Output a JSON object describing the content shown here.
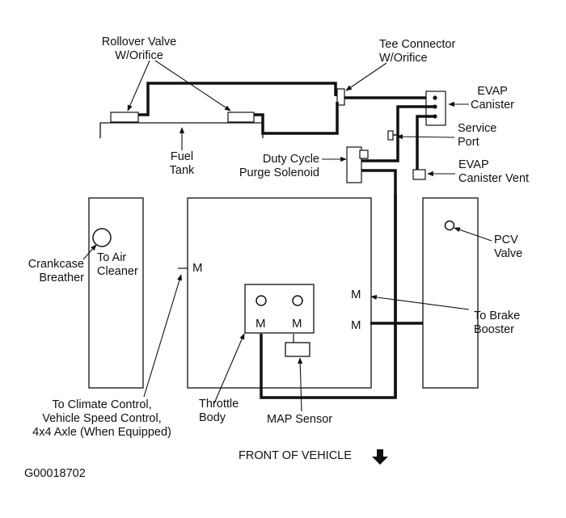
{
  "labels": {
    "rollover_valve": [
      "Rollover Valve",
      "W/Orifice"
    ],
    "tee_connector": [
      "Tee Connector",
      "W/Orifice"
    ],
    "evap_canister": [
      "EVAP",
      "Canister"
    ],
    "service_port": [
      "Service",
      "Port"
    ],
    "evap_canister_vent": [
      "EVAP",
      "Canister Vent"
    ],
    "duty_cycle": [
      "Duty Cycle",
      "Purge Solenoid"
    ],
    "fuel_tank": [
      "Fuel",
      "Tank"
    ],
    "crankcase_breather": [
      "Crankcase",
      "Breather"
    ],
    "to_air_cleaner": [
      "To Air",
      "Cleaner"
    ],
    "pcv_valve": [
      "PCV",
      "Valve"
    ],
    "to_brake_booster": [
      "To Brake",
      "Booster"
    ],
    "throttle_body": [
      "Throttle",
      "Body"
    ],
    "map_sensor": "MAP Sensor",
    "to_climate_control": [
      "To Climate Control,",
      "Vehicle Speed Control,",
      "4x4 Axle (When Equipped)"
    ],
    "front_of_vehicle": "FRONT OF VEHICLE",
    "manifold_port": "M",
    "figure_id": "G00018702"
  },
  "colors": {
    "line": "#111111",
    "background": "#ffffff"
  }
}
